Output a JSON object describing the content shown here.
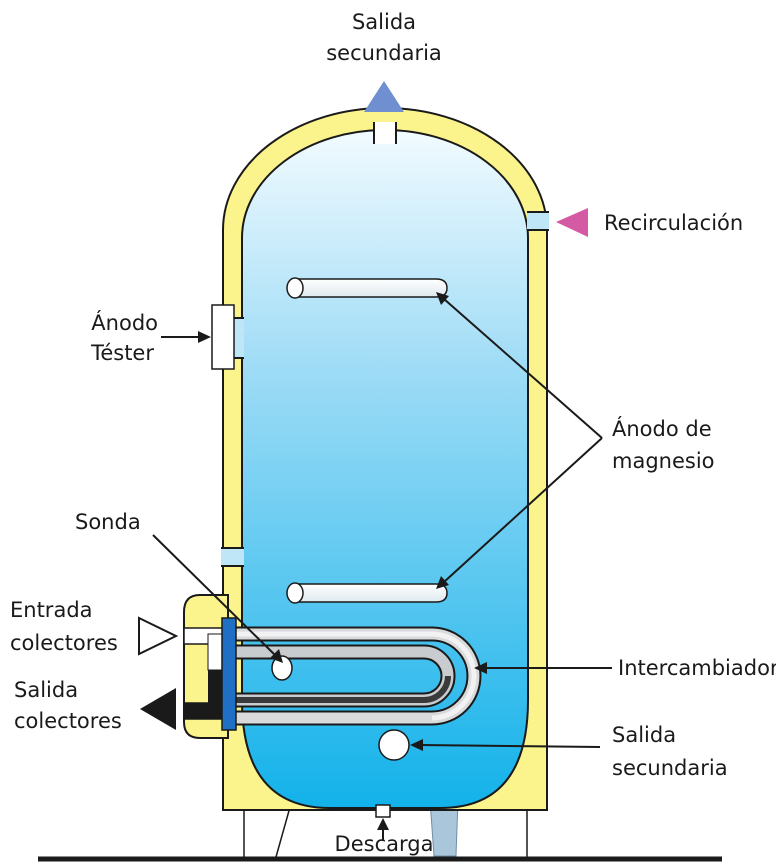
{
  "labels": {
    "salida_secundaria_top": [
      "Salida",
      "secundaria"
    ],
    "recirculacion": "Recirculación",
    "anodo_tester": [
      "Ánodo",
      "Téster"
    ],
    "anodo_magnesio": [
      "Ánodo de",
      "magnesio"
    ],
    "sonda": "Sonda",
    "entrada_colectores": [
      "Entrada",
      "colectores"
    ],
    "salida_colectores": [
      "Salida",
      "colectores"
    ],
    "intercambiador": "Intercambiador",
    "salida_secundaria_bottom": [
      "Salida",
      "secundaria"
    ],
    "descarga": "Descarga"
  },
  "colors": {
    "insulation": "#fbf38c",
    "outline": "#1a1a1a",
    "water_top": "#f2fbff",
    "water_bottom": "#12b2ea",
    "arrow_outlet": "#6f8fd0",
    "arrow_recirculation": "#d45aa3",
    "stand": "#a9c6da"
  }
}
